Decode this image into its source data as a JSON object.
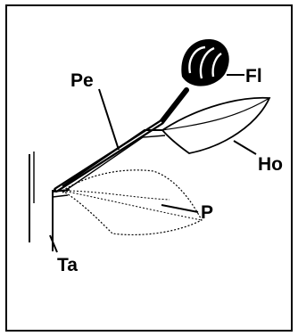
{
  "diagram": {
    "labels": {
      "fl": "Fl",
      "pe": "Pe",
      "ho": "Ho",
      "p": "P",
      "ta": "Ta"
    },
    "colors": {
      "ink": "#000000",
      "paper": "#ffffff"
    }
  }
}
